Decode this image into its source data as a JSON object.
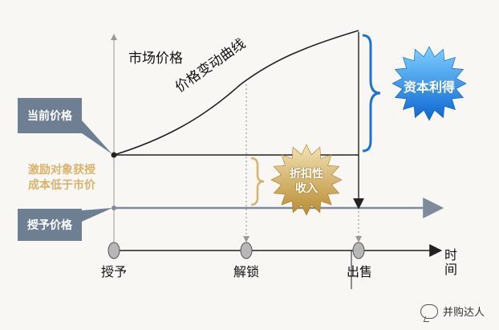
{
  "labels": {
    "market_price": "市场价格",
    "price_curve": "价格变动曲线",
    "current_price": "当前价格",
    "incentive_cost_line1": "激励对象获授",
    "incentive_cost_line2": "成本低于市价",
    "grant_price": "授予价格",
    "capital_gain": "资本利得",
    "discount_income_line1": "折扣性",
    "discount_income_line2": "收入",
    "time_line1": "时",
    "time_line2": "间"
  },
  "milestones": [
    {
      "label": "授予"
    },
    {
      "label": "解锁"
    },
    {
      "label": "出售"
    }
  ],
  "watermark": {
    "text": "并购达人",
    "icon": "wechat-icon"
  },
  "colors": {
    "callout": "#6f7f93",
    "brace_blue": "#1a73d9",
    "brace_gold": "#d9b36a",
    "star_blue": "#1a8be8",
    "star_gold": "#c9a24a",
    "grant_line": "#7f8a9c",
    "dot_gray": "#b7b7b7"
  }
}
